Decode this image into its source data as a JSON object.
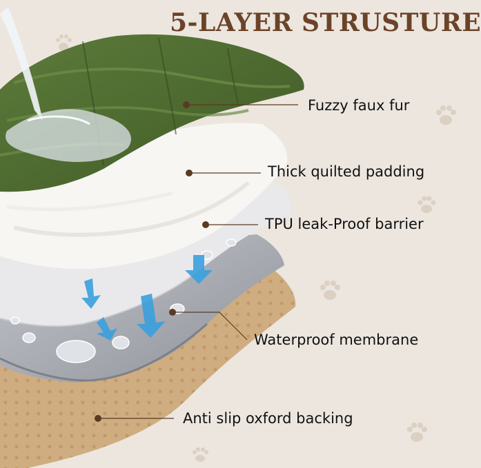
{
  "title": "5-LAYER STRUSTURE",
  "layers": [
    {
      "label": "Fuzzy faux fur"
    },
    {
      "label": "Thick quilted padding"
    },
    {
      "label": "TPU leak-Proof barrier"
    },
    {
      "label": "Waterproof membrane"
    },
    {
      "label": "Anti slip oxford backing"
    }
  ],
  "colors": {
    "background": "#ece6df",
    "title": "#6b4328",
    "leader": "#5a3a22",
    "fur": "#4e6b32",
    "padding": "#f7f6f3",
    "barrier": "#e9e9ec",
    "membrane": "#a9abb1",
    "backing": "#cfad80",
    "arrows": "#3aa0de",
    "paw": "#dcd0c3"
  },
  "icons": [
    "paw-icon",
    "water-stream-icon",
    "arrow-down-icon",
    "water-droplet-icon"
  ]
}
